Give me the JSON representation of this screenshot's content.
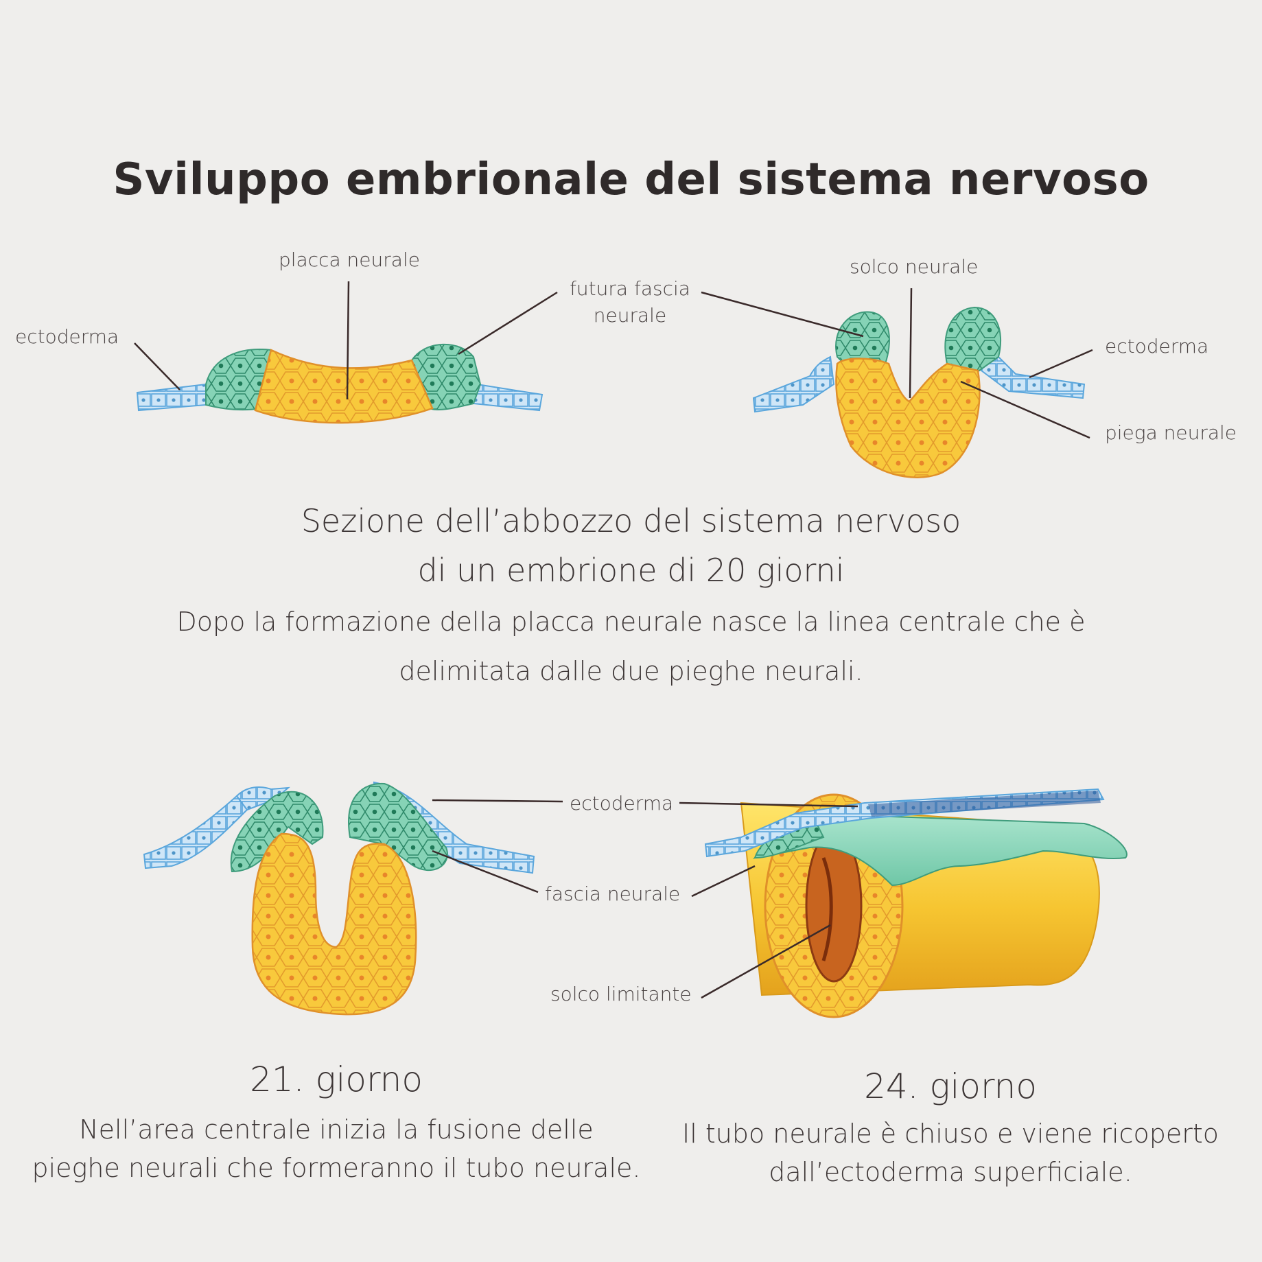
{
  "title": "Sviluppo embrionale del sistema nervoso",
  "labels": {
    "d20_left_ectoderma": "ectoderma",
    "d20_placca_neurale": "placca neurale",
    "d20_futura_fascia": "futura fascia",
    "d20_futura_fascia_2": "neurale",
    "d20_solco_neurale": "solco neurale",
    "d20_right_ectoderma": "ectoderma",
    "d20_piega_neurale": "piega neurale",
    "bottom_ectoderma": "ectoderma",
    "bottom_fascia_neurale": "fascia neurale",
    "bottom_solco_limitante": "solco limitante"
  },
  "section": {
    "heading_line1": "Sezione dell’abbozzo del sistema nervoso",
    "heading_line2": "di un embrione di 20 giorni",
    "desc_line1": "Dopo la formazione della placca neurale nasce la linea centrale che è",
    "desc_line2": "delimitata dalle due pieghe neurali."
  },
  "day21": {
    "heading": "21. giorno",
    "line1": "Nell’area centrale inizia la fusione delle",
    "line2": "pieghe neurali che formeranno il tubo neurale."
  },
  "day24": {
    "heading": "24. giorno",
    "line1": "Il tubo neurale è chiuso e viene ricoperto",
    "line2": "dall’ectoderma superficiale."
  },
  "colors": {
    "background": "#efeeec",
    "ectoderm": "#bcdcf2",
    "ectoderm_stroke": "#6aaee0",
    "neural_fascia": "#7dcfb0",
    "neural_fascia_stroke": "#3f9c7c",
    "neural_plate": "#f7c63a",
    "neural_plate_stroke": "#e0902a",
    "leader_line": "#3a2a2a"
  }
}
